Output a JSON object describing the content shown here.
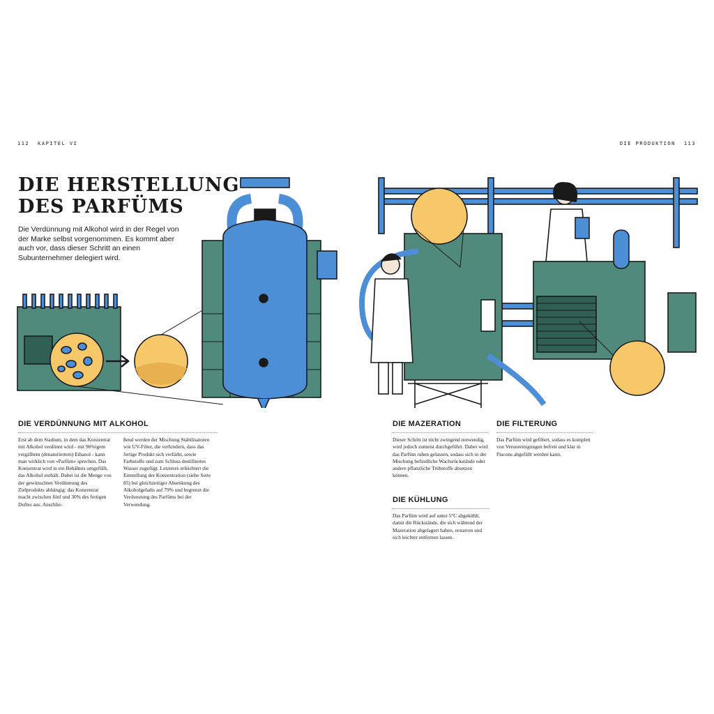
{
  "header": {
    "left_page": "112",
    "left_chapter": "KAPITEL VI",
    "right_section": "DIE PRODUKTION",
    "right_page": "113"
  },
  "title": {
    "line1": "DIE HERSTELLUNG",
    "line2": "DES PARFÜMS"
  },
  "intro": "Die Verdünnung mit Alkohol wird in der Regel von der Marke selbst vorgenommen. Es kommt aber auch vor, dass dieser Schritt an einen Subunternehmer delegiert wird.",
  "sections": {
    "verduennung": {
      "heading": "DIE VERDÜNNUNG MIT ALKOHOL",
      "col1": "Erst ab dem Stadium, in dem das Konzentrat mit Alkohol verdünnt wird - mit 96%igem vergälltem (denaturiertem) Ethanol - kann man wirklich von »Parfüm« sprechen. Das Konzentrat wird in ein Behältnis umgefüllt, das Alkohol enthält. Dabei ist die Menge von der gewünschten Verdünnung des Zielprodukts abhängig: das Konzentrat macht zwischen fünf und 30% des fertigen Duftes aus. Anschlie-",
      "col2": "ßend werden der Mischung Stabilisatoren wie UV-Filter, die verhindern, dass das fertige Produkt sich verfärbt, sowie Farbstoffe und zum Schluss destilliertes Wasser zugefügt. Letzteres erleichtert die Einstellung der Konzentration (siehe Seite 85) bei gleichzeitiger Absenkung des Alkoholgehalts auf 79% und begrenzt die Verdunstung des Parfüms bei der Verwendung."
    },
    "mazeration": {
      "heading": "DIE MAZERATION",
      "text": "Dieser Schritt ist nicht zwingend notwendig, wird jedoch zumeist durchgeführt. Dabei wird das Parfüm ruhen gelassen, sodass sich in der Mischung befindliche Wachsrückstände oder andere pflanzliche Trübstoffe absetzen können."
    },
    "kuehlung": {
      "heading": "DIE KÜHLUNG",
      "text": "Das Parfüm wird auf unter 5°C abgekühlt, damit die Rückstände, die sich während der Mazeration abgelagert haben, erstarren und sich leichter entfernen lassen."
    },
    "filterung": {
      "heading": "DIE FILTERUNG",
      "text": "Das Parfüm wird gefiltert, sodass es komplett von Verunreinigungen befreit und klar in Flacons abgefüllt werden kann."
    }
  },
  "colors": {
    "blue": "#4d8fd6",
    "teal": "#4f8a7c",
    "yellow": "#f6c86a",
    "ink": "#1a1a1a"
  }
}
